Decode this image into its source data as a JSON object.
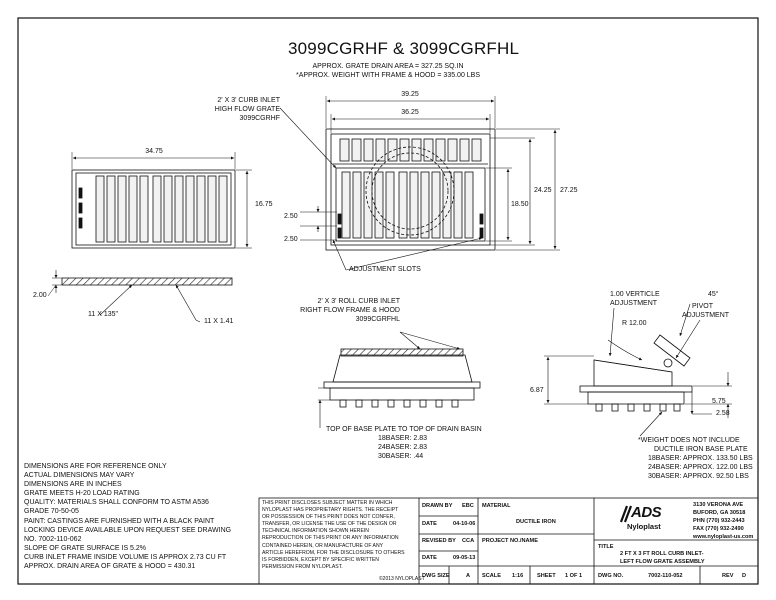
{
  "drawing": {
    "title": "3099CGRHF & 3099CGRFHL",
    "area_note": "APPROX. GRATE DRAIN AREA = 327.25 SQ.IN",
    "weight_note": "*APPROX. WEIGHT WITH FRAME & HOOD  = 335.00 LBS"
  },
  "top_view": {
    "dim_39": "39.25",
    "dim_36": "36.25",
    "dim_24": "24.25",
    "dim_27": "27.25",
    "dim_18": "18.50",
    "dim_250a": "2.50",
    "dim_250b": "2.50",
    "callout_1": "2' X 3' CURB INLET",
    "callout_2": "HIGH FLOW GRATE",
    "callout_3": "3099CGRHF",
    "adjustment_slots": "ADJUSTMENT SLOTS"
  },
  "grate_view": {
    "dim_3475": "34.75",
    "dim_1675": "16.75",
    "dim_200": "2.00",
    "dim_135": "11 X 135\"",
    "dim_141": "11 X 1.41"
  },
  "front_view": {
    "callout_1": "2' X 3' ROLL CURB INLET",
    "callout_2": "RIGHT FLOW FRAME & HOOD",
    "callout_3": "3099CGRFHL",
    "top_base_note": "TOP OF BASE PLATE TO TOP OF DRAIN BASIN",
    "base_18": "18BASER:  2.83",
    "base_24": "24BASER:  2.83",
    "base_30": "30BASER:  .44"
  },
  "side_view": {
    "vertical_adj_1": "1.00 VERTICLE",
    "vertical_adj_2": "ADJUSTMENT",
    "angle": "45°",
    "pivot_1": "PIVOT",
    "pivot_2": "ADJUSTMENT",
    "radius": "R 12.00",
    "dim_687": "6.87",
    "dim_575": "5.75",
    "dim_258": "2.58",
    "weight_1": "*WEIGHT DOES NOT INCLUDE",
    "weight_2": "DUCTILE IRON BASE PLATE",
    "weight_3": "18BASER:  APPROX. 133.50 LBS",
    "weight_4": "24BASER:  APPROX. 122.00 LBS",
    "weight_5": "30BASER:  APPROX. 92.50 LBS"
  },
  "notes": [
    "DIMENSIONS ARE FOR REFERENCE ONLY",
    "ACTUAL DIMENSIONS MAY VARY",
    "DIMENSIONS ARE IN INCHES",
    "GRATE MEETS H-20 LOAD RATING",
    "QUALITY:   MATERIALS SHALL CONFORM TO ASTM A536",
    "GRADE 70-50-05",
    "PAINT:  CASTINGS ARE FURNISHED WITH A BLACK PAINT",
    "LOCKING DEVICE AVAILABLE UPON REQUEST SEE DRAWING",
    "NO. 7002-110-062",
    "SLOPE OF GRATE SURFACE IS 5.2%",
    "CURB INLET FRAME INSIDE VOLUME IS APPROX 2.73 CU FT",
    "APPROX. DRAIN AREA OF GRATE & HOOD = 430.31"
  ],
  "title_block": {
    "disclaimer": [
      "THIS PRINT DISCLOSES SUBJECT MATTER IN WHICH",
      "NYLOPLAST HAS PROPRIETARY RIGHTS. THE RECEIPT",
      "OR POSSESSION OF THIS PRINT DOES NOT CONFER,",
      "TRANSFER, OR LICENSE THE USE OF THE DESIGN OR",
      "TECHNICAL INFORMATION SHOWN HEREIN",
      "REPRODUCTION OF THIS PRINT OR ANY INFORMATION",
      "CONTAINED HEREIN, OR MANUFACTURE OF ANY",
      "ARTICLE HEREFROM, FOR THE DISCLOSURE TO OTHERS",
      "IS FORBIDDEN, EXCEPT BY SPECIFIC WRITTEN",
      "PERMISSION FROM NYLOPLAST."
    ],
    "copyright": "©2013 NYLOPLAST",
    "drawn_by_label": "DRAWN BY",
    "drawn_by": "EBC",
    "date_label": "DATE",
    "date": "04-10-06",
    "revised_by_label": "REVISED BY",
    "revised_by": "CCA",
    "date2_label": "DATE",
    "date2": "09-05-13",
    "dwg_size_label": "DWG SIZE",
    "dwg_size": "A",
    "material_label": "MATERIAL",
    "material": "DUCTILE IRON",
    "project_label": "PROJECT NO./NAME",
    "scale_label": "SCALE",
    "scale": "1:16",
    "sheet_label": "SHEET",
    "sheet": "1 OF 1",
    "logo_ads": "ADS",
    "logo_nyloplast": "Nyloplast",
    "address_1": "3130 VERONA AVE",
    "address_2": "BUFORD, GA 30518",
    "phone": "PHN (770) 932-2443",
    "fax": "FAX (770) 932-2490",
    "website": "www.nyloplast-us.com",
    "title_label": "TITLE",
    "title_1": "2 FT X 3 FT ROLL CURB INLET-",
    "title_2": "LEFT FLOW GRATE ASSEMBLY",
    "dwg_no_label": "DWG NO.",
    "dwg_no": "7002-110-052",
    "rev_label": "REV",
    "rev": "D"
  },
  "colors": {
    "line": "#111111",
    "hatch": "#555555",
    "grate_fill": "#f2f2f2"
  }
}
